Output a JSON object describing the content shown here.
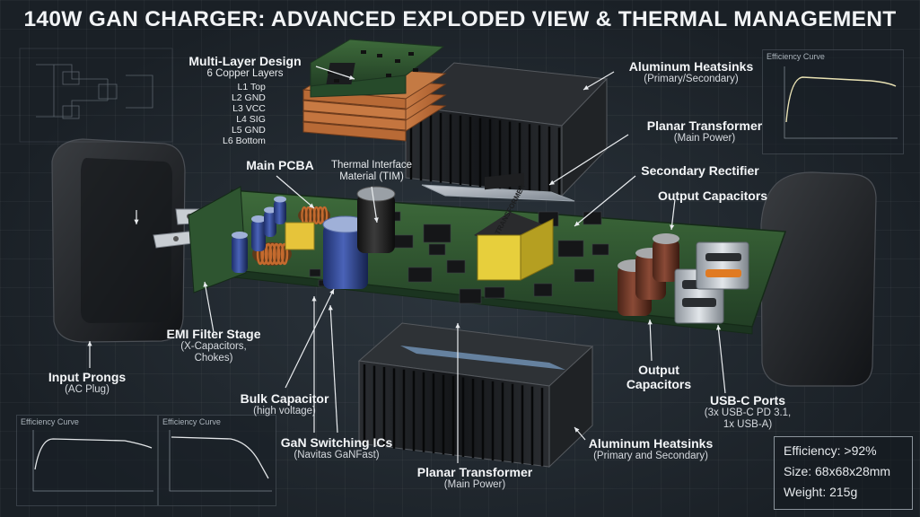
{
  "title": "140W GAN CHARGER: ADVANCED EXPLODED VIEW & THERMAL MANAGEMENT",
  "callouts": {
    "multilayer": {
      "heading": "Multi-Layer Design",
      "sub": "6 Copper Layers"
    },
    "layers": [
      "L1 Top",
      "L2 GND",
      "L3 VCC",
      "L4 SIG",
      "L5 GND",
      "L6 Bottom"
    ],
    "heatsink_top": {
      "heading": "Aluminum Heatsinks",
      "sub": "(Primary/Secondary)"
    },
    "planar_top": {
      "heading": "Planar Transformer",
      "sub": "(Main Power)"
    },
    "main_pcba": {
      "heading": "Main PCBA"
    },
    "tim": {
      "line1": "Thermal Interface",
      "line2": "Material (TIM)"
    },
    "secondary_rectifier": {
      "heading": "Secondary Rectifier"
    },
    "output_caps_top": {
      "heading": "Output Capacitors"
    },
    "emi": {
      "heading": "EMI Filter Stage",
      "sub1": "(X-Capacitors,",
      "sub2": "Chokes)"
    },
    "input_prongs": {
      "heading": "Input Prongs",
      "sub": "(AC Plug)"
    },
    "bulk_cap": {
      "heading": "Bulk Capacitor",
      "sub": "(high voltage)"
    },
    "gan": {
      "heading": "GaN Switching ICs",
      "sub": "(Navitas GaNFast)"
    },
    "planar_bottom": {
      "heading": "Planar Transformer",
      "sub": "(Main Power)"
    },
    "heatsink_bottom": {
      "heading": "Aluminum Heatsinks",
      "sub": "(Primary and Secondary)"
    },
    "output_caps_bottom": {
      "heading1": "Output",
      "heading2": "Capacitors"
    },
    "usbc": {
      "heading": "USB-C Ports",
      "sub1": "(3x USB-C PD 3.1,",
      "sub2": "1x USB-A)"
    }
  },
  "transformer_marking": "TRANSFORMER",
  "specs": {
    "efficiency": "Efficiency: >92%",
    "size": "Size: 68x68x28mm",
    "weight": "Weight: 215g"
  },
  "mini_charts": {
    "top_right": {
      "title": "Efficiency Curve"
    },
    "bottom_left_1": {
      "title": "Efficiency Curve"
    },
    "bottom_left_2": {
      "title": "Efficiency Curve"
    }
  },
  "colors": {
    "background": "#1d242b",
    "pcb_green": "#2f5a32",
    "copper": "#c9773f",
    "heatsink": "#1b1d20",
    "text": "#f4f6f8"
  }
}
